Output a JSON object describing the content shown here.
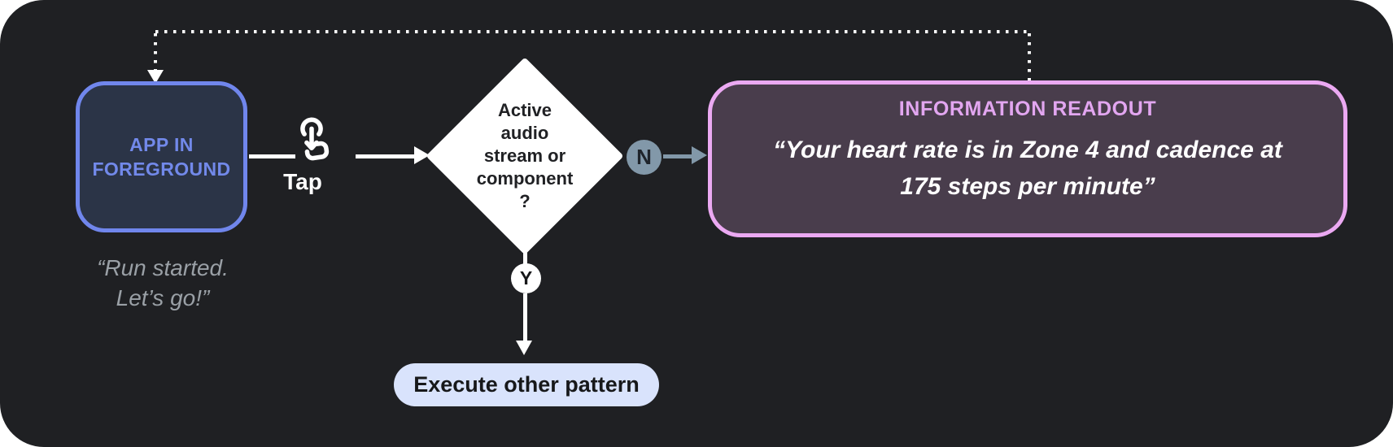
{
  "diagram": {
    "app_node": {
      "label_line1": "APP IN",
      "label_line2": "FOREGROUND",
      "quote_line1": "“Run started.",
      "quote_line2": "Let’s go!”"
    },
    "tap_connector": {
      "icon": "gesture-tap-icon",
      "label": "Tap"
    },
    "decision": {
      "lines": [
        "Active",
        "audio",
        "stream or",
        "component",
        "?"
      ]
    },
    "no_branch": {
      "badge": "N"
    },
    "yes_branch": {
      "badge": "Y"
    },
    "readout_node": {
      "title": "INFORMATION READOUT",
      "quote_line1": "“Your heart rate is in Zone 4 and cadence at",
      "quote_line2": "175 steps per minute”"
    },
    "action_node": {
      "label": "Execute other pattern"
    }
  },
  "colors": {
    "background": "#1f2023",
    "app_node_border": "#7086ec",
    "app_node_fill": "#2b3447",
    "app_node_text": "#7289ea",
    "quote_text": "#9aa0a6",
    "decision_fill": "#ffffff",
    "decision_text": "#202124",
    "no_badge_fill": "#8298a9",
    "yes_badge_fill": "#ffffff",
    "readout_border": "#eba9f2",
    "readout_fill": "#493d4c",
    "readout_title_text": "#e2a6f0",
    "action_pill_fill": "#d9e3fc",
    "connector_color": "#ffffff"
  }
}
